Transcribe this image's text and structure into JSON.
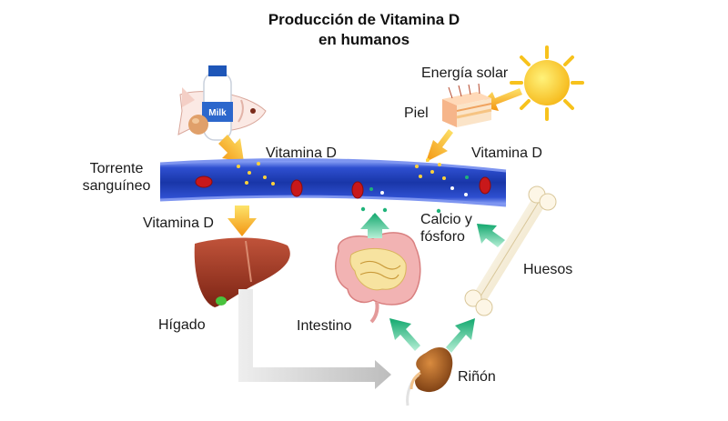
{
  "title": {
    "line1": "Producción de  Vitamina D",
    "line2": "en humanos"
  },
  "labels": {
    "solar_energy": "Energía solar",
    "skin": "Piel",
    "vitamin_d_left": "Vitamina D",
    "vitamin_d_right": "Vitamina D",
    "bloodstream_line1": "Torrente",
    "bloodstream_line2": "sanguíneo",
    "vitamin_d_liver": "Vitamina D",
    "calcium_line1": "Calcio y",
    "calcium_line2": "fósforo",
    "bones": "Huesos",
    "liver": "Hígado",
    "intestine": "Intestino",
    "kidney": "Riñón"
  },
  "milk_label": "Milk",
  "colors": {
    "orange_arrow": "#f6a31c",
    "green_arrow": "#1fb37a",
    "gray_arrow": "#c9c9c9",
    "blood_vessel": "#1f3fb4",
    "sun": "#f7c21c",
    "liver": "#8f2d1e"
  }
}
